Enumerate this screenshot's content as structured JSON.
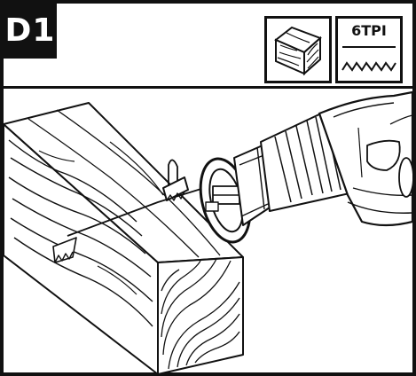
{
  "step": {
    "label": "D1"
  },
  "icons": {
    "material": "wood-icon",
    "blade": "saw-blade-teeth-icon"
  },
  "blade_spec": {
    "tpi_label": "6TPI"
  },
  "illustration": {
    "subject": "reciprocating-saw-cutting-wood-beam"
  }
}
